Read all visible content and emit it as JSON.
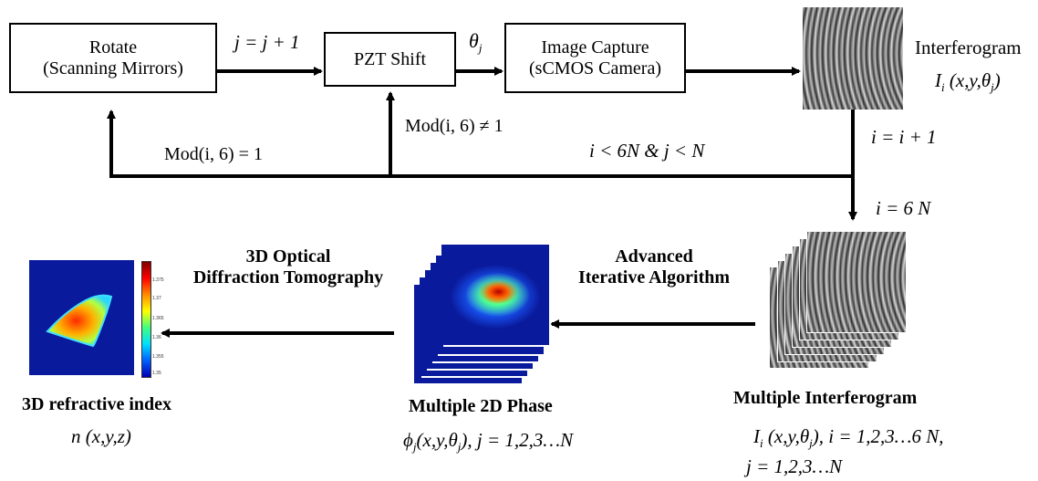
{
  "boxes": {
    "rotate": {
      "line1": "Rotate",
      "line2": "(Scanning Mirrors)"
    },
    "pzt": {
      "label": "PZT Shift"
    },
    "capture": {
      "line1": "Image Capture",
      "line2": "(sCMOS Camera)"
    }
  },
  "labels": {
    "j_increment": "j = j + 1",
    "theta": "θ",
    "theta_sub": "j",
    "interferogram": "Interferogram",
    "interferogram_formula": {
      "I": "I",
      "sub_i": "i",
      "args": " (x,y,θ",
      "sub_j": "j",
      "close": ")"
    },
    "mod_eq_1": "Mod(i, 6) = 1",
    "mod_ne_1": "Mod(i, 6) ≠ 1",
    "loop_condition": "i < 6N & j < N",
    "i_increment": "i = i + 1",
    "i_eq_6n": "i = 6 N",
    "odt_line1": "3D Optical",
    "odt_line2": "Diffraction Tomography",
    "algo_line1": "Advanced",
    "algo_line2": "Iterative Algorithm",
    "ri_title": "3D refractive index",
    "ri_formula": "n (x,y,z)",
    "phase_title": "Multiple 2D Phase",
    "phase_formula": {
      "phi": "ϕ",
      "sub_j": "j",
      "args": "(x,y,θ",
      "sub_j2": "j",
      "rest": "),  j = 1,2,3…N"
    },
    "multi_title": "Multiple Interferogram",
    "multi_formula_line1": {
      "I": "I",
      "sub_i": "i",
      "args": " (x,y,θ",
      "sub_j": "j",
      "rest": "), i = 1,2,3…6 N,"
    },
    "multi_formula_line2": "j = 1,2,3…N"
  },
  "colorbar_ticks": [
    "1.375",
    "1.37",
    "1.365",
    "1.36",
    "1.355",
    "1.35"
  ]
}
